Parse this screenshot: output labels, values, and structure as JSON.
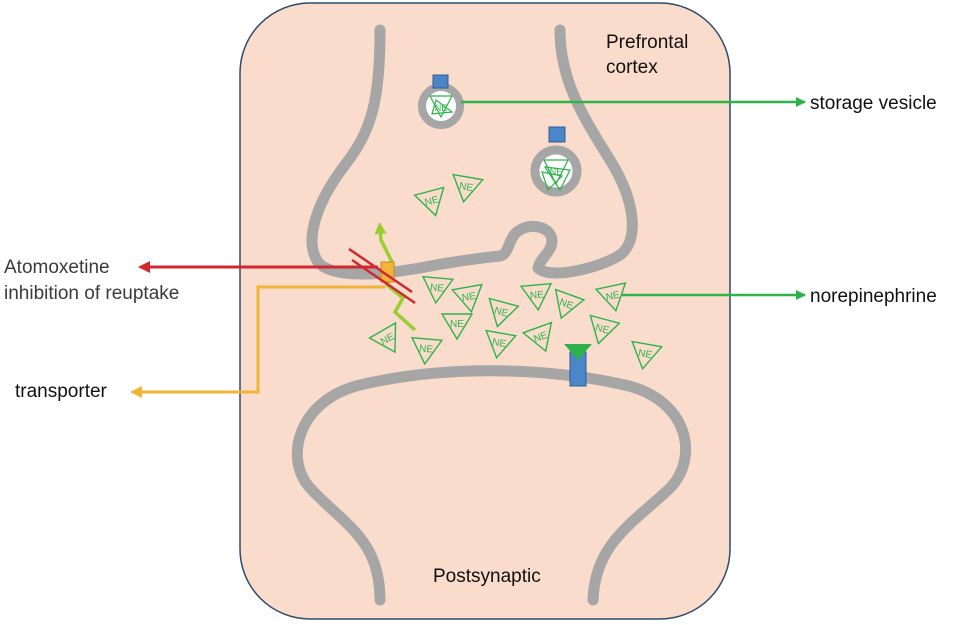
{
  "labels": {
    "region": [
      "Prefrontal",
      "cortex"
    ],
    "postsynaptic": "Postsynaptic",
    "storage_vesicle": "storage vesicle",
    "norepinephrine": "norepinephrine",
    "atomoxetine": [
      "Atomoxetine",
      "inhibition of reuptake"
    ],
    "transporter": "transporter",
    "ne_marker": "NE"
  },
  "colors": {
    "cell_fill": "#F9DCCB",
    "cell_border": "#2E4A6B",
    "membrane": "#A6A6A6",
    "ne_green": "#2DB34A",
    "receptor_blue": "#4A86C8",
    "atomoxetine_red": "#D0282E",
    "transporter_yellow": "#F2B33A",
    "transporter_lime": "#9ACD32"
  },
  "icons": {
    "storage_vesicle": "circle-vesicle-icon",
    "receptor": "receptor-icon",
    "ne_molecule": "triangle-ne-icon"
  }
}
